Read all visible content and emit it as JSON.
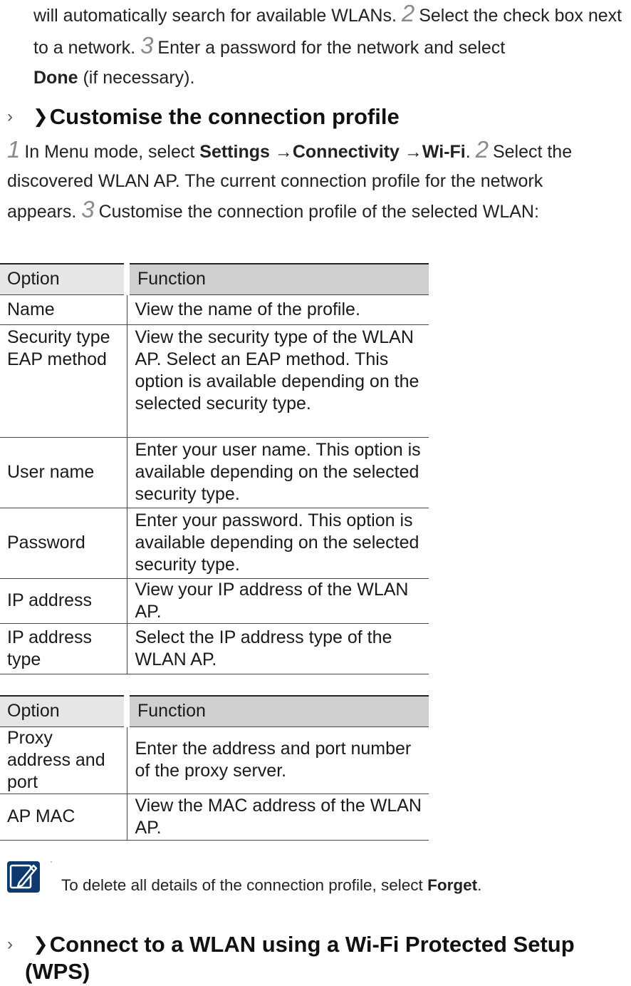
{
  "intro": {
    "line_a": "will automatically search for available WLANs.",
    "n2": "2",
    "line_b": "Select the check box next to a network.",
    "n3": "3",
    "line_c": "Enter a password for the network and select",
    "done_label": "Done",
    "line_d": "(if necessary)."
  },
  "section1": {
    "chevron": "›",
    "chevron2": "❯",
    "title": "Customise the connection profile"
  },
  "steps": {
    "n1": "1",
    "s1a": "In Menu mode, select",
    "settings": "Settings",
    "arrow1": "→",
    "connectivity": "Connectivity",
    "arrow2": "→",
    "wifi": "Wi-Fi",
    "period": ".",
    "n2": "2",
    "s2": "Select the discovered WLAN AP. The current connection profile for the network appears.",
    "n3": "3",
    "s3": "Customise the connection profile of the selected WLAN:"
  },
  "table1": {
    "headers": [
      "Option",
      "Function"
    ],
    "rows": [
      {
        "option": "Name",
        "function": "View the name of the profile."
      },
      {
        "option": "Security type EAP method",
        "function": "View the security type of the WLAN AP. Select an EAP method. This option is available depending on the selected security type."
      },
      {
        "option": "User name",
        "function": "Enter your user name. This option is available depending on the selected security type."
      },
      {
        "option": "Password",
        "function": "Enter your password. This option is available depending on the selected security type."
      },
      {
        "option": "IP address",
        "function": "View your IP address of the WLAN AP."
      },
      {
        "option": "IP address type",
        "function": "Select the IP address type of the WLAN AP."
      }
    ]
  },
  "table2": {
    "headers": [
      "Option",
      "Function"
    ],
    "rows": [
      {
        "option": "Proxy address and port",
        "function": "Enter the address and port number of the proxy server."
      },
      {
        "option": "AP MAC",
        "function": "View the MAC address of the WLAN AP."
      }
    ]
  },
  "note": {
    "icon": "note-pencil-icon",
    "text": "To delete all details of the connection profile, select",
    "forget": "Forget",
    "period": "."
  },
  "section2": {
    "chevron": "›",
    "chevron2": "❯",
    "title_a": "Connect to a WLAN using a Wi-Fi Protected Setup",
    "title_b": "(WPS)"
  },
  "colors": {
    "note_icon_bg": "#0d3a6e",
    "header_col1": "#e6e6e6",
    "header_col2": "#cfcfcf",
    "step_number": "#8a8a8a"
  }
}
